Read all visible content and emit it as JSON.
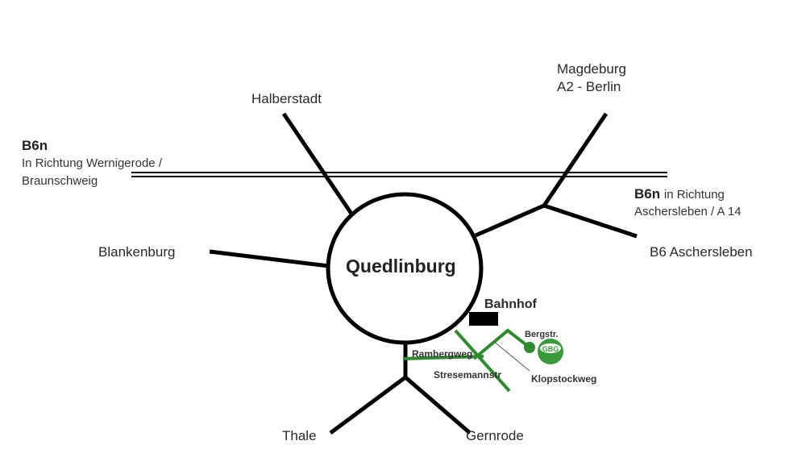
{
  "map": {
    "center_city": "Quedlinburg",
    "destinations": {
      "halberstadt": "Halberstadt",
      "magdeburg_line1": "Magdeburg",
      "magdeburg_line2": "A2 - Berlin",
      "blankenburg": "Blankenburg",
      "aschersleben": "B6 Aschersleben",
      "thale": "Thale",
      "gernrode": "Gernrode"
    },
    "b6n_west": {
      "title": "B6n",
      "line1": "In Richtung Wernigerode /",
      "line2": "Braunschweig"
    },
    "b6n_east": {
      "title": "B6n",
      "title_suffix": "in Richtung",
      "line2": "Aschersleben / A 14"
    },
    "station": "Bahnhof",
    "streets": {
      "bergstr": "Bergstr.",
      "ramberg": "Rambergweg",
      "stresemann": "Stresemannstr",
      "klopstock": "Klopstockweg"
    },
    "logo_text": "GBG",
    "colors": {
      "road": "#000000",
      "street": "#2e8b2e",
      "logo": "#3a9a3a",
      "text": "#2a2a2a"
    }
  }
}
